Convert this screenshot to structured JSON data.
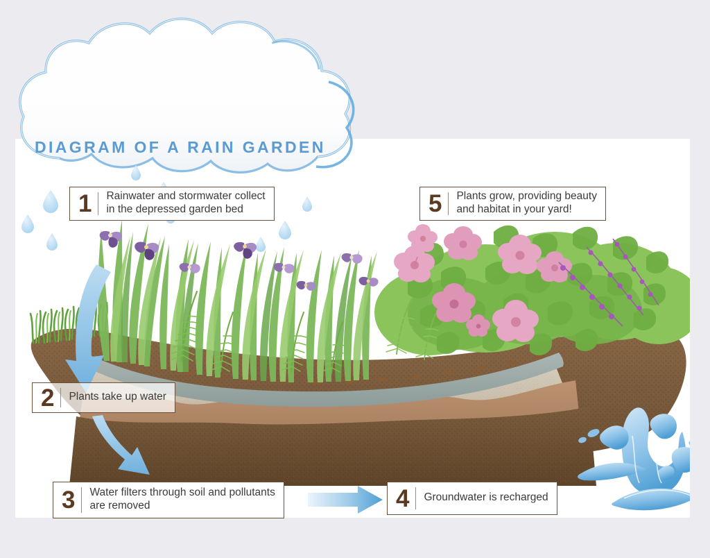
{
  "meta": {
    "title": "DIAGRAM OF A RAIN GARDEN",
    "background_color": "#ebebf0",
    "panel_color": "#ffffff",
    "title_color": "#5a9bd4",
    "callout_border_color": "#6b4f38",
    "callout_number_color": "#5a3a22",
    "callout_text_color": "#3b3b3b",
    "arrow_color": "#7cb5e2",
    "water_color": "#a9d3ef"
  },
  "cloud": {
    "label": "cloud-shape",
    "fill": "#ffffff",
    "outline": "#7fb6e0"
  },
  "steps": [
    {
      "number": "1",
      "lines": [
        "Rainwater and stormwater collect",
        "in the depressed garden bed"
      ],
      "name": "callout-step-1"
    },
    {
      "number": "2",
      "lines": [
        "Plants take up water"
      ],
      "name": "callout-step-2"
    },
    {
      "number": "3",
      "lines": [
        "Water filters through soil and pollutants",
        "are removed"
      ],
      "name": "callout-step-3"
    },
    {
      "number": "4",
      "lines": [
        "Groundwater is recharged"
      ],
      "name": "callout-step-4"
    },
    {
      "number": "5",
      "lines": [
        "Plants grow, providing beauty",
        "and habitat in your yard!"
      ],
      "name": "callout-step-5"
    }
  ],
  "scene": {
    "raindrops_count": 9,
    "raindrop_color": "#bcdcf2",
    "soil_layers": [
      {
        "name": "mulch-gravel-layer",
        "color": "#9aa8a6"
      },
      {
        "name": "sand-filter-layer",
        "color": "#cdc4b4"
      },
      {
        "name": "transition-layer",
        "color": "#b08565"
      },
      {
        "name": "subsoil-layer",
        "color": "#6e5337"
      },
      {
        "name": "topsoil-mound",
        "color": "#7a5a3c"
      }
    ],
    "plants_left": "purple-iris-and-ferns",
    "plants_right": "pink-hibiscus-and-foliage",
    "grass_color": "#63ab3e",
    "splash": "water-splash-graphic"
  },
  "arrows": [
    {
      "name": "arrow-rain-to-bed",
      "direction": "curved-down"
    },
    {
      "name": "arrow-uptake-down",
      "direction": "curved-down-right"
    },
    {
      "name": "arrow-step3-to-step4",
      "direction": "right"
    }
  ]
}
